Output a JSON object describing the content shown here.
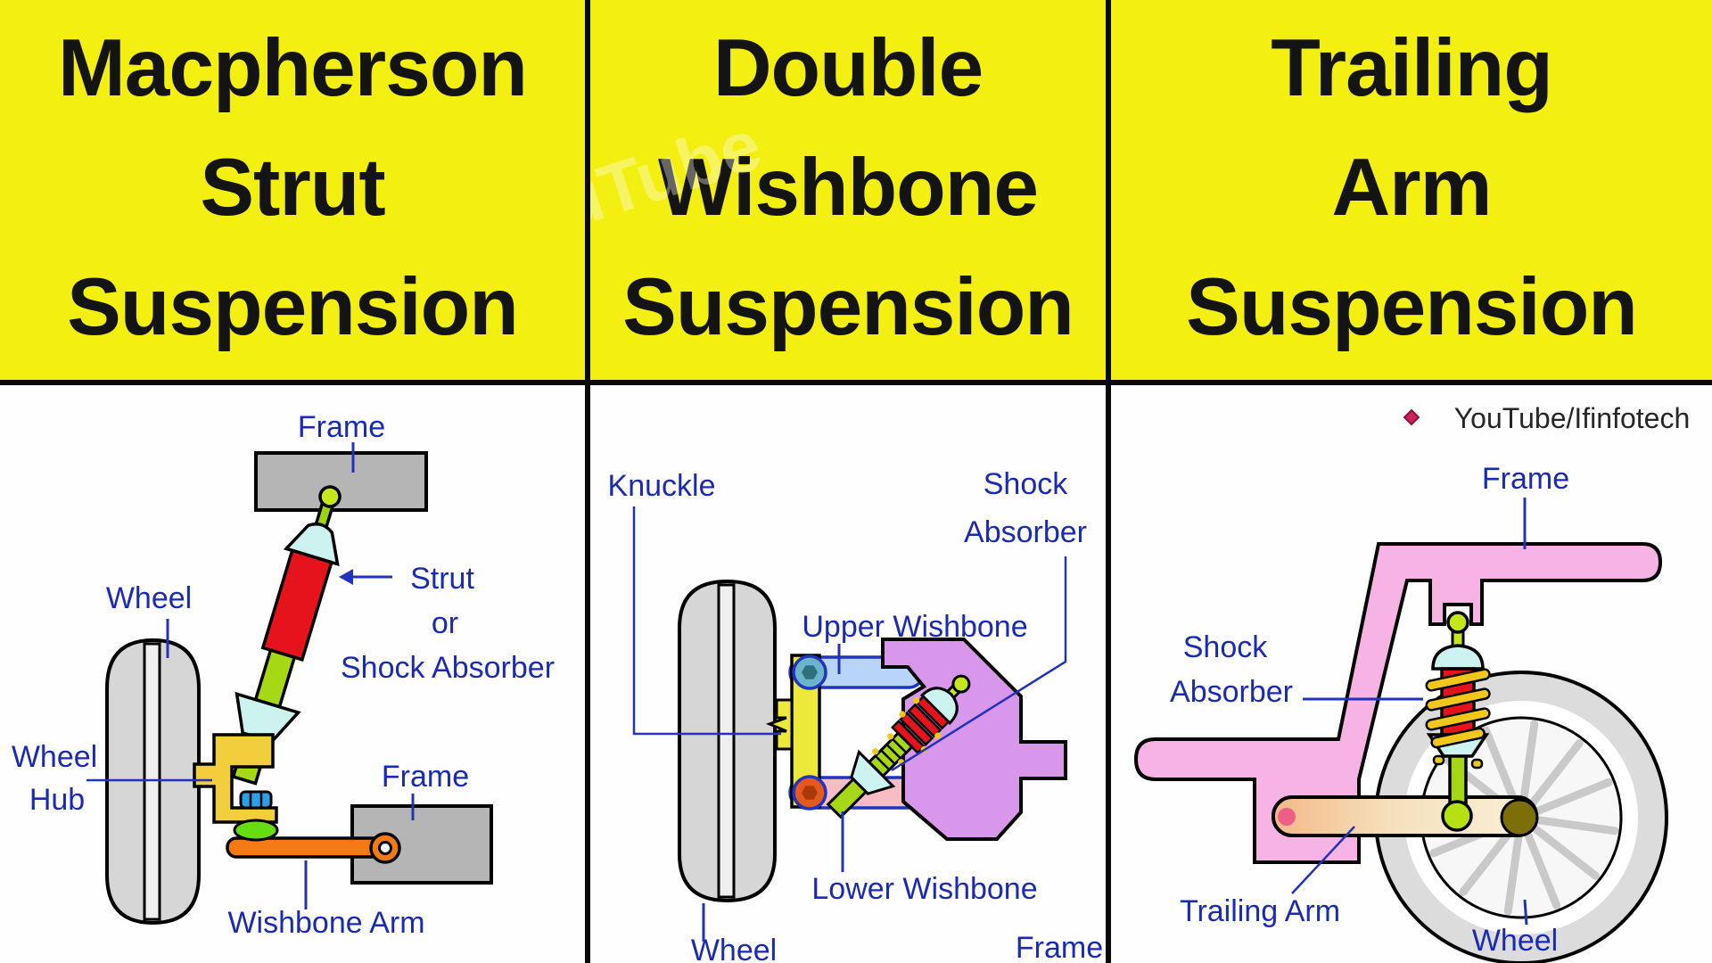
{
  "header": {
    "background": "#f3ef11",
    "text_color": "#141414",
    "titles": [
      {
        "text": "Macpherson\nStrut\nSuspension"
      },
      {
        "text": "Double\nWishbone\nSuspension"
      },
      {
        "text": "Trailing\nArm\nSuspension"
      }
    ]
  },
  "credit": {
    "text": "YouTube/Ifinfotech",
    "icon": "red-diamond-icon",
    "color": "#262626",
    "diamond_color": "#cc2255"
  },
  "panels": [
    {
      "name": "macpherson-strut-suspension",
      "labels": {
        "frame_top": "Frame",
        "strut_1": "Strut",
        "strut_2": "or",
        "strut_3": "Shock Absorber",
        "wheel": "Wheel",
        "wheel_hub_1": "Wheel",
        "wheel_hub_2": "Hub",
        "frame_bottom": "Frame",
        "wishbone_arm": "Wishbone Arm"
      }
    },
    {
      "name": "double-wishbone-suspension",
      "labels": {
        "knuckle": "Knuckle",
        "shock_1": "Shock",
        "shock_2": "Absorber",
        "upper_wishbone": "Upper Wishbone",
        "lower_wishbone": "Lower Wishbone",
        "wheel": "Wheel",
        "frame": "Frame"
      }
    },
    {
      "name": "trailing-arm-suspension",
      "labels": {
        "frame": "Frame",
        "shock_1": "Shock",
        "shock_2": "Absorber",
        "trailing_arm": "Trailing Arm",
        "wheel": "Wheel"
      }
    }
  ],
  "colors": {
    "label_blue": "#1b2ab2",
    "leader_blue": "#2233bb",
    "frame_gray": "#b5b5b5",
    "wheel_gray": "#d6d6d6",
    "wheel_stripe": "#efefef",
    "strut_green": "#a6d816",
    "ball_green": "#c6e61c",
    "shock_red": "#e6131c",
    "collar_cyan": "#cdf3f1",
    "hub_gold": "#f2ce3c",
    "nut_blue": "#2b9fe8",
    "bushing_green": "#66dd11",
    "arm_orange": "#f57a14",
    "knuckle_yellow": "#ece93b",
    "upper_wishbone_blue": "#b8d4f8",
    "lower_wishbone_pink": "#f8bcc4",
    "teal_bushing": "#6cb5c9",
    "orange_bushing": "#e55a1c",
    "upright_purple": "#d997ec",
    "frame_pink": "#f7b3e3",
    "coil_yellow": "#f2c71b",
    "trailing_arm_tan": "#f3b988",
    "pivot_pink_dot": "#ee5f87",
    "hub_olive": "#7d6f08"
  }
}
